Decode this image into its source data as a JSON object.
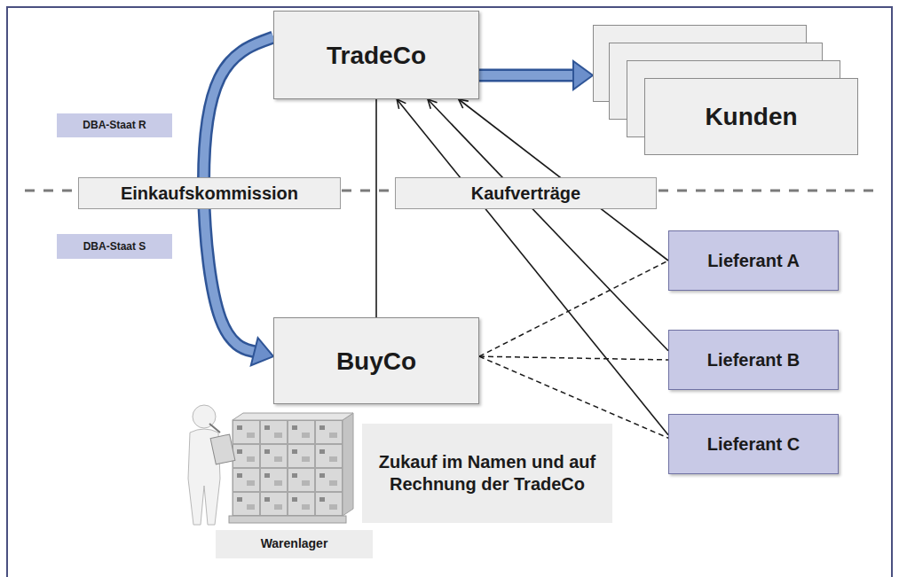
{
  "diagram": {
    "nodes": [
      {
        "text": [
          "TradeCo"
        ]
      },
      {
        "text": [
          "Kunden"
        ]
      },
      {
        "text": [
          "DBA-Staat R"
        ]
      },
      {
        "text": [
          "DBA-Staat S"
        ]
      },
      {
        "text": [
          "Lieferant A"
        ]
      },
      {
        "text": [
          "BuyCo"
        ]
      },
      {
        "text": [
          "Lieferant B"
        ]
      },
      {
        "text": [
          "Lieferant C"
        ]
      },
      {
        "text": [
          "Zukauf im Namen und auf Rechnung der TradeCo"
        ]
      },
      {
        "text": [
          "Warenlager"
        ]
      }
    ],
    "edges": [
      {
        "from": 0,
        "to": 1,
        "arrow": "to"
      },
      {
        "from": 0,
        "to": 5,
        "label": "Einkaufskommission",
        "arrow": "to"
      },
      {
        "from": 0,
        "to": 5,
        "arrow": "none"
      },
      {
        "from": 4,
        "to": 0,
        "label": "Kaufverträge",
        "arrow": "to"
      },
      {
        "from": 6,
        "to": 0,
        "arrow": "to"
      },
      {
        "from": 7,
        "to": 0,
        "arrow": "to"
      },
      {
        "from": 5,
        "to": 4,
        "arrow": "none"
      },
      {
        "from": 5,
        "to": 6,
        "arrow": "none"
      },
      {
        "from": 5,
        "to": 7,
        "arrow": "none"
      }
    ]
  }
}
